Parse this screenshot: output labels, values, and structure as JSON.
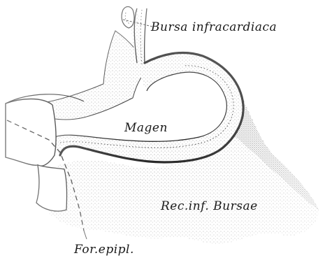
{
  "labels": {
    "bursa": "Bursa infracardiaca",
    "magen": "Magen",
    "recess": "Rec.inf. Bursae",
    "foramen": "For.epipl."
  },
  "colors": {
    "ink": "#1a1a1a",
    "stipple": "#6b6b6b",
    "paper": "#ffffff"
  }
}
